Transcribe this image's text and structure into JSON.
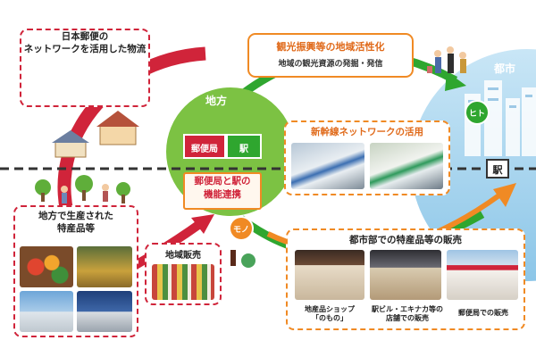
{
  "diagram": {
    "left_top_box": {
      "title": "日本郵便の\nネットワークを活用した物流"
    },
    "center": {
      "region_label": "地方",
      "post_office_label": "郵便局",
      "station_label": "駅",
      "function_label": "郵便局と駅の\n機能連携"
    },
    "tourism_box": {
      "title": "観光振興等の地域活性化",
      "subtitle": "地域の観光資源の発掘・発信"
    },
    "shinkansen_box": {
      "title": "新幹線ネットワークの活用"
    },
    "city_label": "都市",
    "hito_badge": "ヒト",
    "mono_badge": "モノ",
    "station_sign": "駅",
    "local_products_box": {
      "title": "地方で生産された\n特産品等"
    },
    "local_sales_box": {
      "title": "地域販売"
    },
    "city_sales_box": {
      "title": "都市部での特産品等の販売",
      "captions": [
        "地産品ショップ\n「のもの」",
        "駅ビル・エキナカ等の\n店舗での販売",
        "郵便局での販売"
      ]
    },
    "colors": {
      "red": "#d0243a",
      "green": "#2fa62f",
      "orange": "#f08a24",
      "light_green_circle": "#7cc243",
      "city_blue": "#5aa9d8"
    }
  }
}
